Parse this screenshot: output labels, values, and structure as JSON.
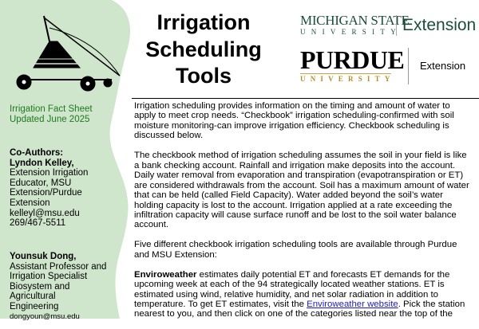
{
  "colors": {
    "sidebar": "#cfe6cc",
    "accent_green": "#1e7a1e",
    "link": "#1a1ad0"
  },
  "sidebar": {
    "fact_sheet": "Irrigation Fact Sheet",
    "updated": "Updated June 2025",
    "coauthors_label": "Co-Authors:",
    "author1": {
      "name": "Lyndon Kelley,",
      "lines": [
        "Extension Irrigation",
        "Educator, MSU",
        "Extension/Purdue",
        "Extension"
      ],
      "email": "kelleyl@msu.edu",
      "phone": "269/467-5511"
    },
    "author2": {
      "name": "Younsuk Dong,",
      "lines": [
        "Assistant Professor and",
        "Irrigation Specialist",
        "Biosystem and",
        "Agricultural",
        "Engineering"
      ],
      "email": "dongyoun@msu.edu"
    }
  },
  "title": [
    "Irrigation",
    "Scheduling",
    "Tools"
  ],
  "logos": {
    "msu_top": "MICHIGAN STATE",
    "msu_bottom": "UNIVERSITY",
    "msu_ext": "Extension",
    "purdue_top": "PURDUE",
    "purdue_bottom": "UNIVERSITY",
    "purdue_ext": "Extension"
  },
  "body": {
    "p1": [
      "Irrigation scheduling provides information on the timing and amount of water to",
      "apply to meet crop needs. “Checkbook” irrigation scheduling-confirmed with soil",
      "moisture monitoring-can improve irrigation efficiency. Checkbook scheduling is",
      "discussed below."
    ],
    "p2": [
      "The checkbook method of irrigation scheduling assumes the soil in your field is like",
      "a bank checking account. Rainfall and irrigation make deposits into the account.",
      "Daily water removal from evaporation and transpiration (evapotranspiration or ET)",
      "are considered withdrawals from the account. Soil has a maximum amount of water",
      "that can be held (called Field Capacity). Water added beyond the soil’s water",
      "holding capacity is lost to the account. Irrigation applied at a rate exceeding the",
      "infiltration capacity will cause surface runoff and be lost to the soil water balance",
      "account."
    ],
    "p3": [
      "Five different checkbook irrigation scheduling tools are available through Purdue",
      "and MSU Extension:"
    ],
    "p4_bold": "Enviroweather",
    "p4_first": " estimates daily potential ET and forecasts ET demands for the",
    "p4": [
      "upcoming week at each of the 94 strategically located weather stations.  ET is",
      "estimated using wind, relative humidity, and net solar radiation in addition to"
    ],
    "p4_pre": "temperature. To get ET estimates, visit the ",
    "p4_link": "Enviroweather website",
    "p4_post": ". Pick the station",
    "p4_last": "nearest to you, and then click on one of the categories listed near the top of the"
  }
}
